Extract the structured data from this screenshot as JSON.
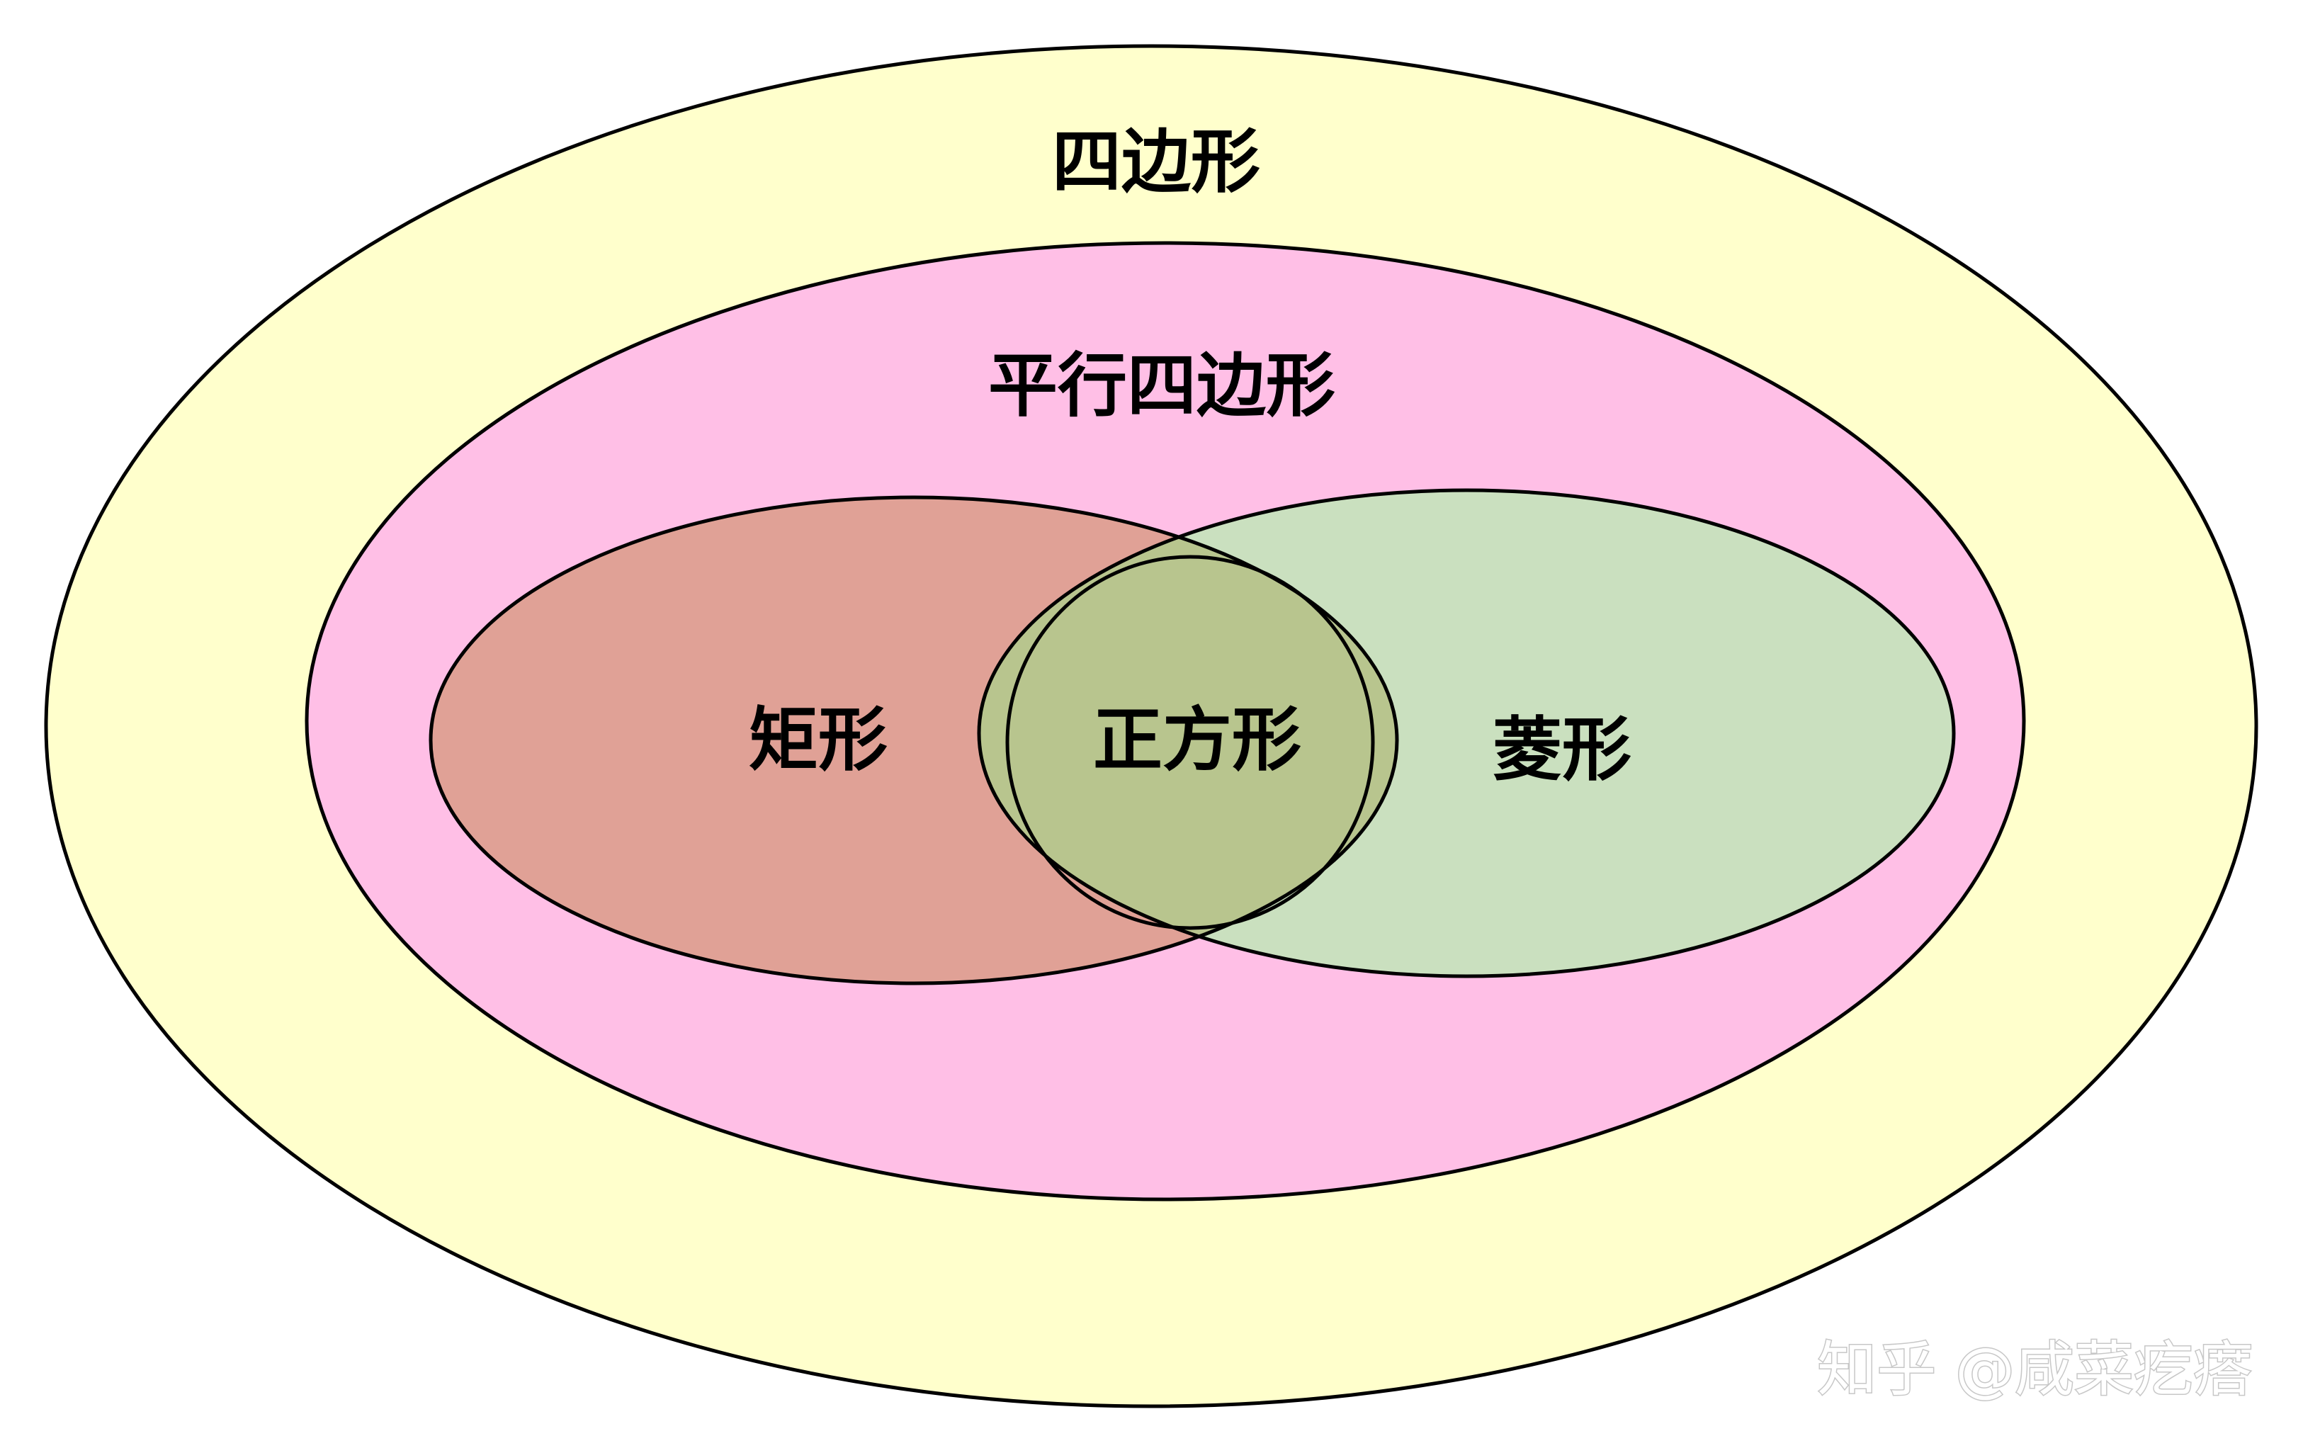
{
  "diagram": {
    "labels": {
      "quadrilateral": "四边形",
      "parallelogram": "平行四边形",
      "rectangle": "矩形",
      "square": "正方形",
      "rhombus": "菱形"
    },
    "colors": {
      "quadrilateral_fill": "#FFFFCC",
      "parallelogram_fill": "#FFBFE6",
      "rectangle_fill": "#E0A196",
      "rhombus_fill": "#CAE0BF",
      "square_overlap_fill": "#B8C58E",
      "outline": "#000000"
    }
  },
  "watermark": {
    "text": "知乎 @咸菜疙瘩"
  }
}
